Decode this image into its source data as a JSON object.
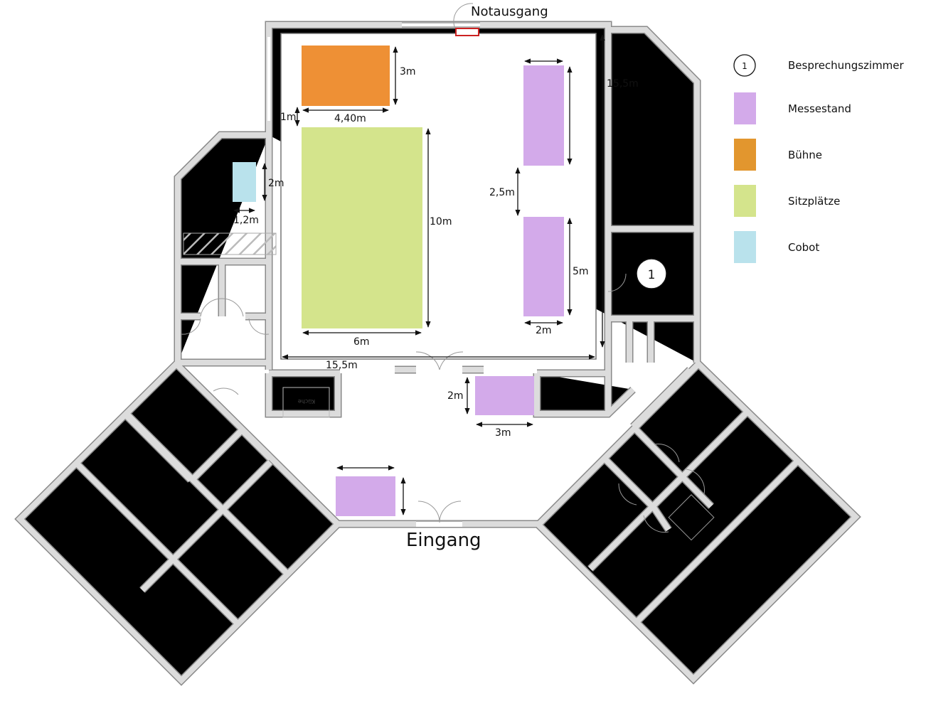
{
  "labels": {
    "emergency_exit": "Notausgang",
    "entrance": "Eingang",
    "kitchen": "Küche",
    "meeting_room_number": "1"
  },
  "dimensions": {
    "stage_height": "3m",
    "stage_width": "4,40m",
    "stage_gap": "1m",
    "seating_height": "10m",
    "seating_width": "6m",
    "hall_width": "15,5m",
    "hall_length": "15,5m",
    "cobot_height": "2m",
    "cobot_width": "1,2m",
    "booth_gap": "2,5m",
    "booth_height": "5m",
    "booth_width": "2m",
    "foyer_booth_height": "2m",
    "foyer_booth_width": "3m"
  },
  "legend": [
    {
      "label": "Besprechungszimmer",
      "symbol": "circle-1",
      "number": "1"
    },
    {
      "label": "Messestand",
      "color": "#d3aaea"
    },
    {
      "label": "Bühne",
      "color": "#e2962e"
    },
    {
      "label": "Sitzplätze",
      "color": "#d4e48c"
    },
    {
      "label": "Cobot",
      "color": "#b9e2ec"
    }
  ],
  "colors": {
    "stage": "#ee9035",
    "booth": "#d3aaea",
    "seating": "#d4e48c",
    "cobot": "#b9e2ec",
    "exit_marker": "#cc2222"
  }
}
